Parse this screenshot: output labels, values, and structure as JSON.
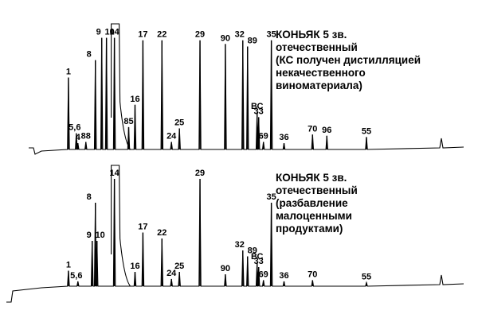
{
  "chart_data": [
    {
      "type": "line",
      "panel": "top",
      "title_lines": [
        "КОНЬЯК 5 зв.",
        " отечественный",
        "(КС получен дистилляцией",
        "некачественного",
        "виноматериала)"
      ],
      "peaks": [
        {
          "label": "1",
          "rt": 0.06,
          "height": 0.58
        },
        {
          "label": "4",
          "rt": 0.09,
          "height": 0.05
        },
        {
          "label": "5,6",
          "rt": 0.085,
          "height": 0.13
        },
        {
          "label": "88",
          "rt": 0.115,
          "height": 0.06
        },
        {
          "label": "8",
          "rt": 0.145,
          "height": 0.72
        },
        {
          "label": "9",
          "rt": 0.165,
          "height": 0.9
        },
        {
          "label": "10",
          "rt": 0.18,
          "height": 0.9
        },
        {
          "label": "14",
          "rt": 0.205,
          "height": 0.9
        },
        {
          "label": "85",
          "rt": 0.25,
          "height": 0.18
        },
        {
          "label": "16",
          "rt": 0.27,
          "height": 0.36
        },
        {
          "label": "17",
          "rt": 0.295,
          "height": 0.88
        },
        {
          "label": "22",
          "rt": 0.355,
          "height": 0.88
        },
        {
          "label": "24",
          "rt": 0.385,
          "height": 0.06
        },
        {
          "label": "25",
          "rt": 0.41,
          "height": 0.17
        },
        {
          "label": "29",
          "rt": 0.475,
          "height": 0.88
        },
        {
          "label": "90",
          "rt": 0.555,
          "height": 0.85
        },
        {
          "label": "32",
          "rt": 0.61,
          "height": 0.88
        },
        {
          "label": "89",
          "rt": 0.625,
          "height": 0.83
        },
        {
          "label": "ВС",
          "rt": 0.655,
          "height": 0.3
        },
        {
          "label": "33",
          "rt": 0.66,
          "height": 0.26
        },
        {
          "label": "69",
          "rt": 0.675,
          "height": 0.06
        },
        {
          "label": "35",
          "rt": 0.7,
          "height": 0.88
        },
        {
          "label": "36",
          "rt": 0.74,
          "height": 0.05
        },
        {
          "label": "70",
          "rt": 0.83,
          "height": 0.12
        },
        {
          "label": "96",
          "rt": 0.875,
          "height": 0.11
        },
        {
          "label": "55",
          "rt": 1.0,
          "height": 0.1
        }
      ]
    },
    {
      "type": "line",
      "panel": "bottom",
      "title_lines": [
        "КОНЬЯК 5 зв.",
        " отечественный",
        "(разбавление",
        "малоценными",
        "продуктами)"
      ],
      "peaks": [
        {
          "label": "1",
          "rt": 0.06,
          "height": 0.13
        },
        {
          "label": "5,6",
          "rt": 0.09,
          "height": 0.04
        },
        {
          "label": "9",
          "rt": 0.135,
          "height": 0.38
        },
        {
          "label": "10",
          "rt": 0.15,
          "height": 0.38
        },
        {
          "label": "8",
          "rt": 0.145,
          "height": 0.7
        },
        {
          "label": "14",
          "rt": 0.205,
          "height": 0.9
        },
        {
          "label": "16",
          "rt": 0.27,
          "height": 0.12
        },
        {
          "label": "17",
          "rt": 0.295,
          "height": 0.45
        },
        {
          "label": "22",
          "rt": 0.355,
          "height": 0.4
        },
        {
          "label": "24",
          "rt": 0.385,
          "height": 0.06
        },
        {
          "label": "25",
          "rt": 0.41,
          "height": 0.12
        },
        {
          "label": "29",
          "rt": 0.475,
          "height": 0.9
        },
        {
          "label": "90",
          "rt": 0.555,
          "height": 0.1
        },
        {
          "label": "32",
          "rt": 0.61,
          "height": 0.3
        },
        {
          "label": "89",
          "rt": 0.625,
          "height": 0.25
        },
        {
          "label": "ВС",
          "rt": 0.655,
          "height": 0.2
        },
        {
          "label": "33",
          "rt": 0.66,
          "height": 0.16
        },
        {
          "label": "69",
          "rt": 0.675,
          "height": 0.05
        },
        {
          "label": "35",
          "rt": 0.7,
          "height": 0.7
        },
        {
          "label": "36",
          "rt": 0.74,
          "height": 0.04
        },
        {
          "label": "70",
          "rt": 0.83,
          "height": 0.05
        },
        {
          "label": "55",
          "rt": 1.0,
          "height": 0.03
        }
      ]
    }
  ]
}
